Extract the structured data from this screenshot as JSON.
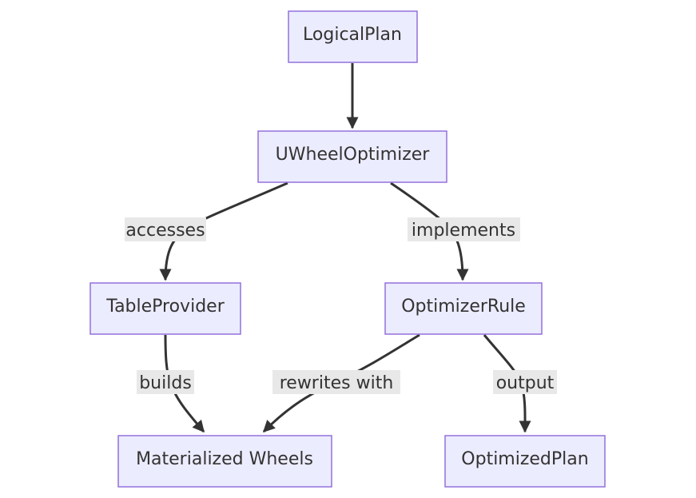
{
  "nodes": {
    "logicalplan": "LogicalPlan",
    "uwheeloptimizer": "UWheelOptimizer",
    "tableprovider": "TableProvider",
    "optimizerrule": "OptimizerRule",
    "materialized_wheels": "Materialized Wheels",
    "optimizedplan": "OptimizedPlan"
  },
  "edges": {
    "accesses": "accesses",
    "implements": "implements",
    "builds": "builds",
    "rewrites_with": "rewrites with",
    "output": "output"
  },
  "colors": {
    "node_fill": "#ececff",
    "node_stroke": "#9370db",
    "edge": "#333333",
    "label_bg": "#e8e8e8",
    "text": "#333333"
  }
}
